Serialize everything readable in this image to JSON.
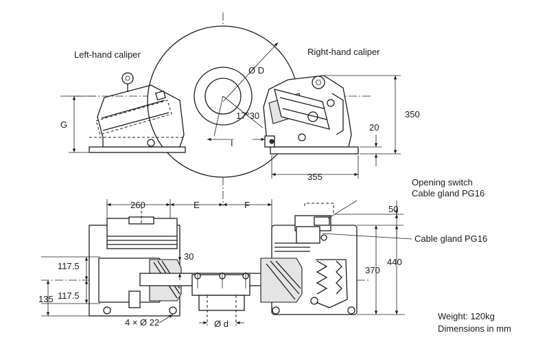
{
  "labels": {
    "left_caliper": "Left-hand caliper",
    "right_caliper": "Right-hand caliper",
    "disc_diameter": "Ø D",
    "angle": "17°30",
    "dim_g": "G",
    "dim_i": "I",
    "dim_20": "20",
    "dim_350": "350",
    "dim_355": "355",
    "dim_260": "260",
    "dim_e": "E",
    "dim_f": "F",
    "dim_50": "50",
    "dim_30": "30",
    "dim_117_5_top": "117.5",
    "dim_117_5_bottom": "117.5",
    "dim_135": "135",
    "dim_370": "370",
    "dim_440": "440",
    "holes": "4 × Ø 22",
    "shaft_d": "Ø d",
    "opening_switch": "Opening switch",
    "cable_gland_1": "Cable gland PG16",
    "cable_gland_2": "Cable gland PG16"
  },
  "notes": {
    "weight": "Weight: 120kg",
    "units": "Dimensions in mm"
  }
}
